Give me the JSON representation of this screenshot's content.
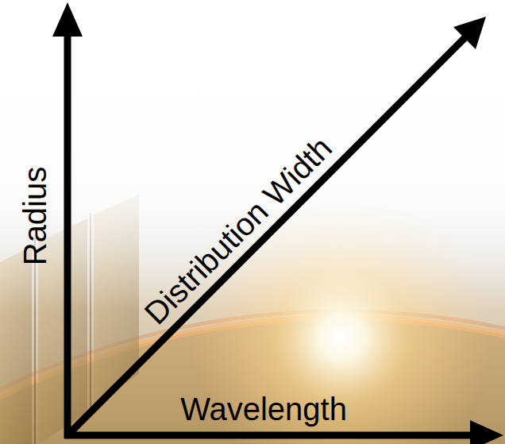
{
  "diagram": {
    "labels": [
      "Radius",
      "Distribution Width",
      "Wavelength"
    ]
  }
}
